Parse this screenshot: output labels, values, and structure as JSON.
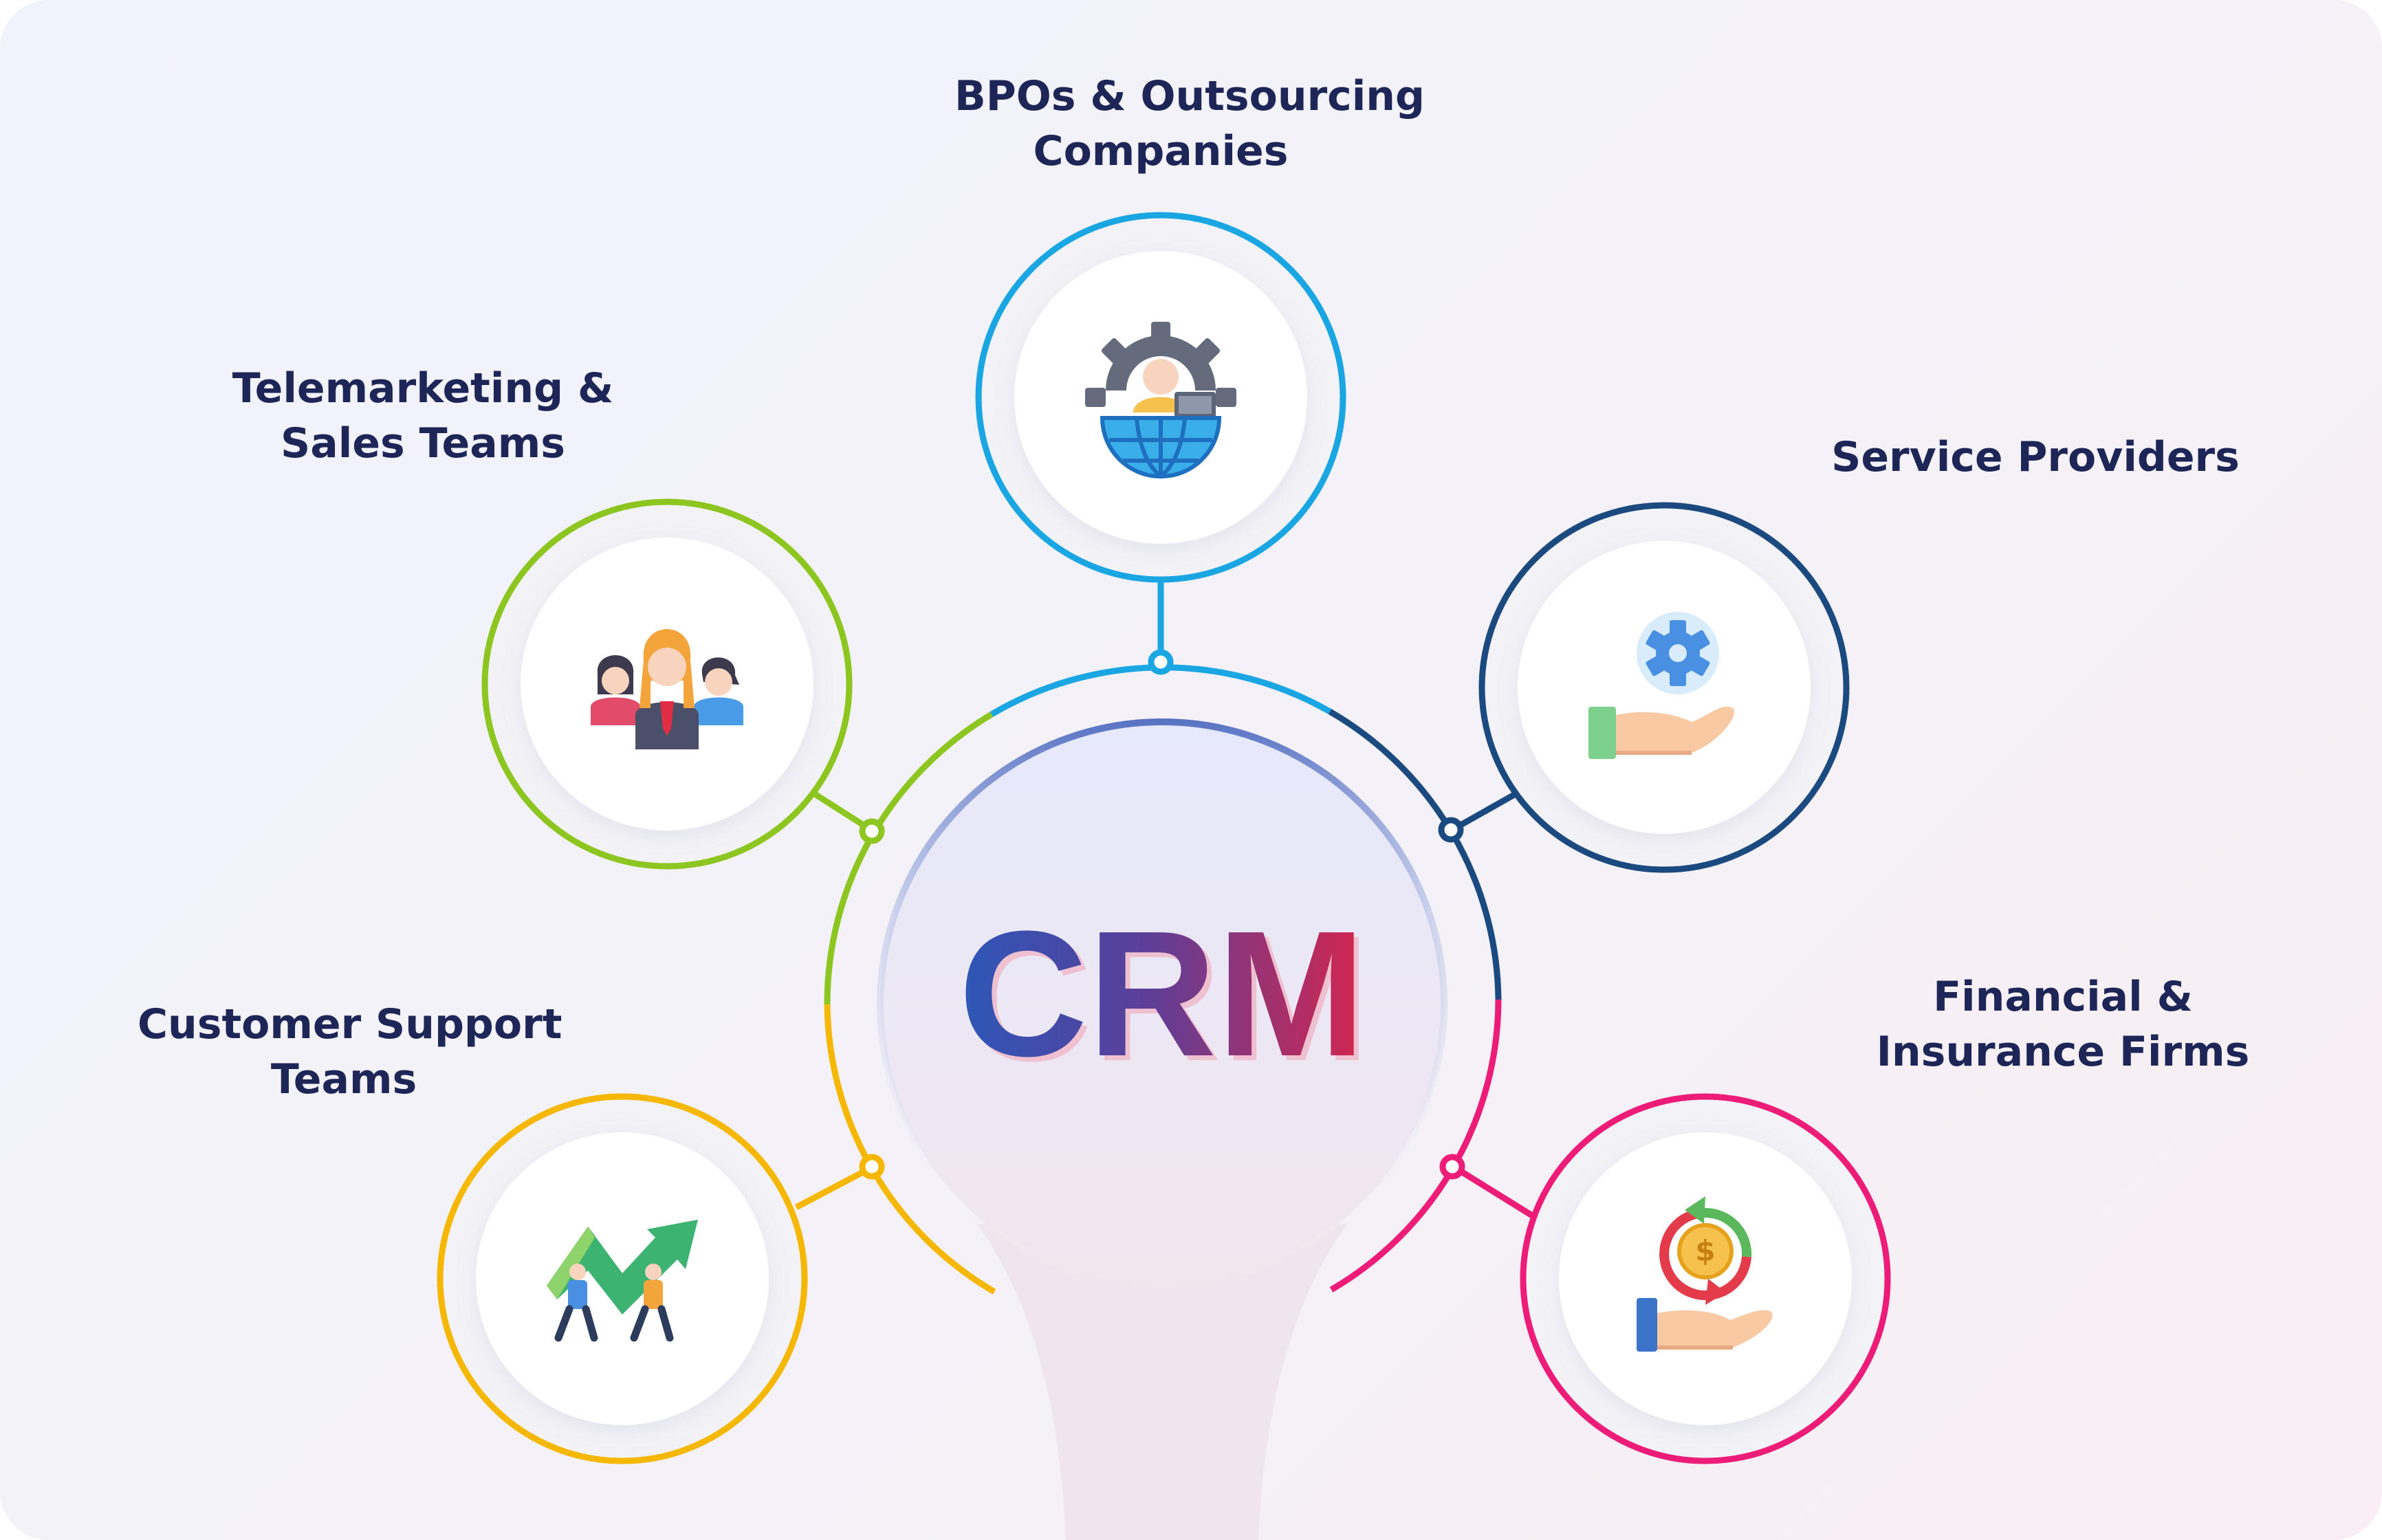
{
  "center": {
    "text": "CRM"
  },
  "segments": [
    {
      "id": "bpo",
      "lines": [
        "BPOs & Outsourcing",
        "Companies"
      ],
      "color": "#19a6e3",
      "icon": "globe-person-gear-icon"
    },
    {
      "id": "telemarketing",
      "lines": [
        "Telemarketing &",
        "Sales Teams"
      ],
      "color": "#8dc621",
      "icon": "sales-team-icon"
    },
    {
      "id": "service",
      "lines": [
        "Service Providers"
      ],
      "color": "#1b4a80",
      "icon": "hand-gear-icon"
    },
    {
      "id": "support",
      "lines": [
        "Customer Support",
        "Teams"
      ],
      "color": "#f5b700",
      "icon": "growth-arrow-people-icon"
    },
    {
      "id": "financial",
      "lines": [
        "Financial &",
        "Insurance Firms"
      ],
      "color": "#ec1c78",
      "icon": "hand-coin-icon"
    }
  ]
}
